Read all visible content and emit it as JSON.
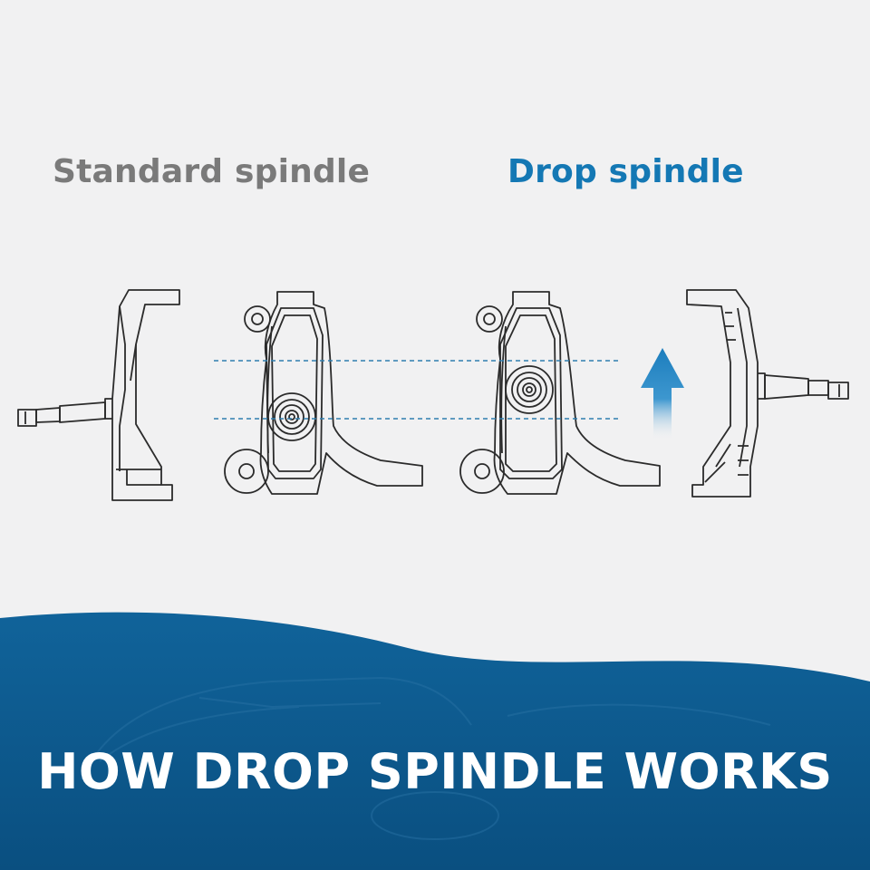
{
  "labels": {
    "standard": "Standard spindle",
    "drop": "Drop spindle"
  },
  "footer": {
    "title": "HOW DROP SPINDLE WORKS"
  },
  "colors": {
    "background": "#f1f1f2",
    "standard_label": "#7a7a7a",
    "drop_label": "#1478b4",
    "accent_blue": "#1c7dbd",
    "wave": "#0d5a8e",
    "line_art": "#2b2b2b",
    "guide_line": "#2f7fb0"
  },
  "icons": {
    "lift": "up-arrow-icon"
  }
}
